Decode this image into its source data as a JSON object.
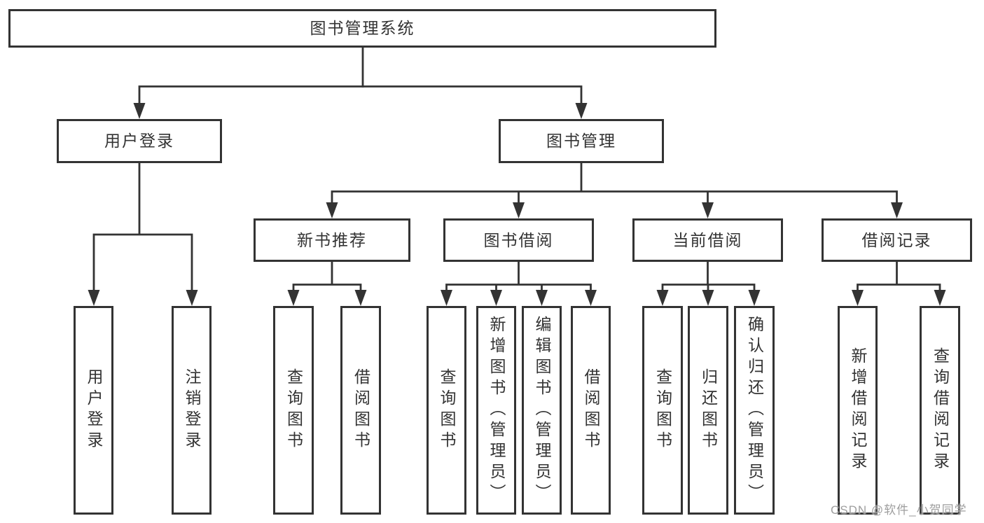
{
  "tree": {
    "root": {
      "label": "图书管理系统",
      "children": [
        {
          "label": "用户登录",
          "children": [
            {
              "label": "用户登录"
            },
            {
              "label": "注销登录"
            }
          ]
        },
        {
          "label": "图书管理",
          "children": [
            {
              "label": "新书推荐",
              "children": [
                {
                  "label": "查询图书"
                },
                {
                  "label": "借阅图书"
                }
              ]
            },
            {
              "label": "图书借阅",
              "children": [
                {
                  "label": "查询图书"
                },
                {
                  "label": "新增图书（管理员）"
                },
                {
                  "label": "编辑图书（管理员）"
                },
                {
                  "label": "借阅图书"
                }
              ]
            },
            {
              "label": "当前借阅",
              "children": [
                {
                  "label": "查询图书"
                },
                {
                  "label": "归还图书"
                },
                {
                  "label": "确认归还（管理员）"
                }
              ]
            },
            {
              "label": "借阅记录",
              "children": [
                {
                  "label": "新增借阅记录"
                },
                {
                  "label": "查询借阅记录"
                }
              ]
            }
          ]
        }
      ]
    }
  },
  "watermark": {
    "text": "CSDN @软件_小贺同学"
  },
  "colors": {
    "line": "#333333",
    "box_border": "#333333",
    "text": "#333333",
    "watermark": "#9e9e9e",
    "background": "#ffffff"
  }
}
